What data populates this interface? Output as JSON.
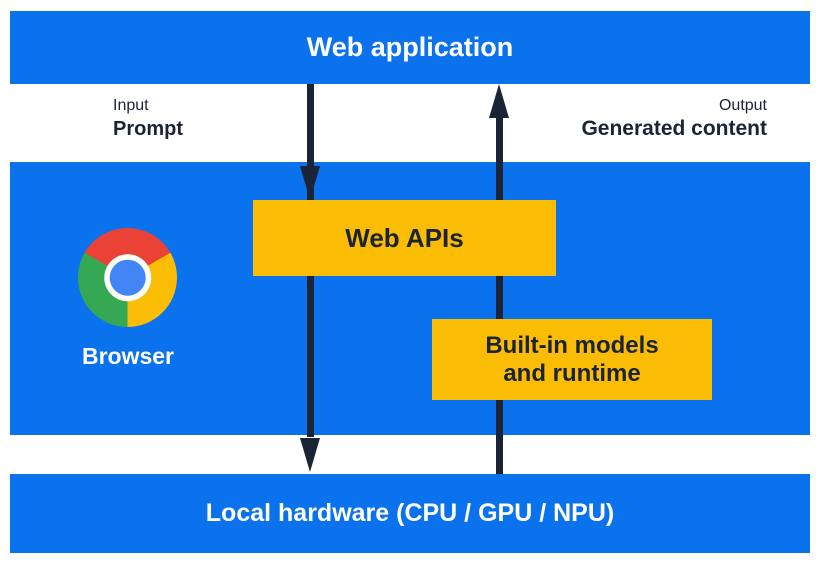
{
  "diagram": {
    "top_band": {
      "label": "Web application"
    },
    "input_flow": {
      "label": "Input",
      "sublabel": "Prompt"
    },
    "output_flow": {
      "label": "Output",
      "sublabel": "Generated content"
    },
    "browser_band": {
      "browser_label": "Browser",
      "web_apis_box": {
        "label": "Web APIs"
      },
      "builtin_box": {
        "line1": "Built-in models",
        "line2": "and runtime"
      }
    },
    "bottom_band": {
      "label": "Local hardware (CPU / GPU / NPU)"
    }
  },
  "icons": {
    "chrome_logo": "chrome-browser-logo",
    "input_arrow": "arrow-down",
    "output_arrow": "arrow-up"
  },
  "colors": {
    "band_blue": "#0b72ee",
    "box_yellow": "#fbbc04",
    "arrow_and_text_navy": "#1b2437",
    "band_text": "#ffffff",
    "chrome_red": "#ea4335",
    "chrome_green": "#34a853",
    "chrome_yellow": "#fbbc04",
    "chrome_center_blue": "#4285f4"
  }
}
